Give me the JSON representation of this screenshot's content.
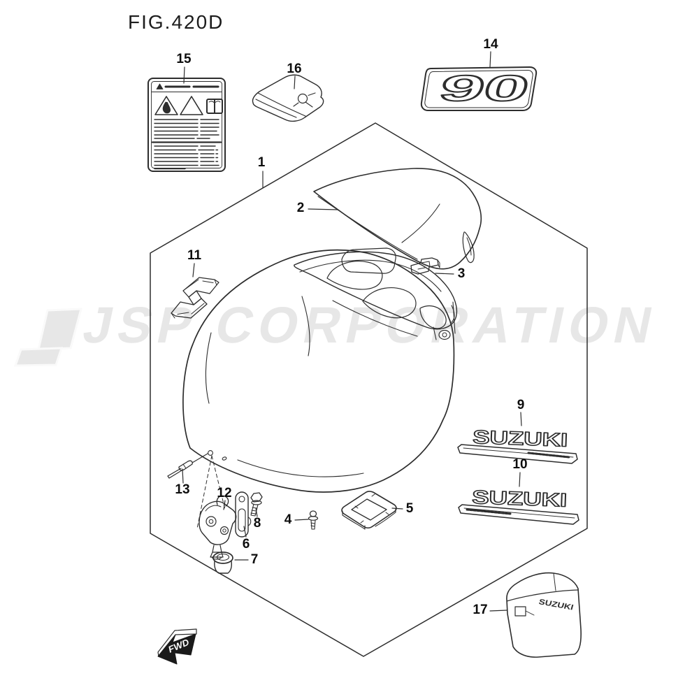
{
  "title": "FIG.420D",
  "watermark": {
    "text": "JSP CORPORATION",
    "color": "#e7e7e7"
  },
  "drawing": {
    "line_color": "#2d2d2d",
    "label_color": "#0d0d0d"
  },
  "callouts": {
    "c1": "1",
    "c2": "2",
    "c3": "3",
    "c4": "4",
    "c5": "5",
    "c6": "6",
    "c7": "7",
    "c8": "8",
    "c9": "9",
    "c10": "10",
    "c11": "11",
    "c12": "12",
    "c13": "13",
    "c14": "14",
    "c15": "15",
    "c16": "16",
    "c17": "17"
  },
  "emblems": {
    "badge90": "90",
    "suzuki_emblem_top": "SUZUKI",
    "suzuki_emblem_bottom": "SUZUKI",
    "bag_text": "SUZUKI",
    "fwd_arrow": "FWD"
  }
}
